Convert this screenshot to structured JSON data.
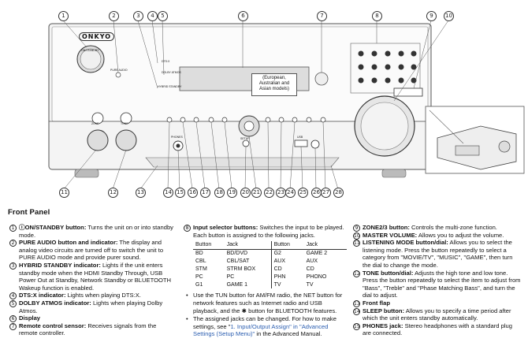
{
  "diagram": {
    "brand": "ONKYO",
    "small_labels": {
      "pure_audio": "PURE AUDIO",
      "hybrid_standby": "HYBRID STANDBY",
      "dtsx": "DTS:X",
      "dolby_atmos": "DOLBY ATMOS",
      "setup": "SETUP",
      "phones": "PHONES",
      "zone": "ZONE",
      "tone": "TONE",
      "usb": "USB",
      "on_standby": "ON/STANDBY"
    },
    "region_note": "(European, Australian and Asian models)",
    "callouts_top": [
      "1",
      "2",
      "3",
      "4",
      "5",
      "6",
      "7",
      "8",
      "9",
      "10"
    ],
    "callouts_bottom": [
      "11",
      "12",
      "13",
      "14",
      "15",
      "16",
      "17",
      "18",
      "19",
      "20",
      "21",
      "22",
      "23",
      "24",
      "25",
      "26",
      "27",
      "28"
    ]
  },
  "panel": {
    "title": "Front Panel",
    "col1": [
      {
        "num": "1",
        "title": "ⓘON/STANDBY button:",
        "text": " Turns the unit on or into standby mode."
      },
      {
        "num": "2",
        "title": "PURE AUDIO button and indicator:",
        "text": " The display and analog video circuits are turned off to switch the unit to PURE AUDIO mode and provide purer sound."
      },
      {
        "num": "3",
        "title": "HYBRID STANDBY indicator:",
        "text": " Lights if the unit enters standby mode when the HDMI Standby Through, USB Power Out at Standby, Network Standby or BLUETOOTH Wakeup function is enabled."
      },
      {
        "num": "4",
        "title": "DTS:X indicator:",
        "text": " Lights when playing DTS:X."
      },
      {
        "num": "5",
        "title": "DOLBY ATMOS indicator:",
        "text": " Lights when playing Dolby Atmos."
      },
      {
        "num": "6",
        "title": "Display",
        "text": ""
      },
      {
        "num": "7",
        "title": "Remote control sensor:",
        "text": " Receives signals from the remote controller."
      }
    ],
    "col2": {
      "num": "8",
      "title": "Input selector buttons:",
      "text": " Switches the input to be played. Each button is assigned to the following jacks.",
      "table_headers": [
        "Button",
        "Jack",
        "Button",
        "Jack"
      ],
      "table_rows": [
        [
          "BD",
          "BD/DVD",
          "G2",
          "GAME 2"
        ],
        [
          "CBL",
          "CBL/SAT",
          "AUX",
          "AUX"
        ],
        [
          "STM",
          "STRM BOX",
          "CD",
          "CD"
        ],
        [
          "PC",
          "PC",
          "PHN",
          "PHONO"
        ],
        [
          "G1",
          "GAME 1",
          "TV",
          "TV"
        ]
      ],
      "note1": "Use the TUN button for AM/FM radio, the NET button for network features such as Internet radio and USB playback, and the ✱ button for BLUETOOTH features.",
      "note2_a": "The assigned jacks can be changed. For how to make settings, see \"",
      "note2_link": "1. Input/Output Assign\" in \"Advanced Settings (Setup Menu)\"",
      "note2_b": " in the Advanced Manual."
    },
    "col3": [
      {
        "num": "9",
        "title": "ZONE2/3 button:",
        "text": " Controls the multi-zone function."
      },
      {
        "num": "10",
        "title": "MASTER VOLUME:",
        "text": " Allows you to adjust the volume."
      },
      {
        "num": "11",
        "title": "LISTENING MODE button/dial:",
        "text": " Allows you to select the listening mode. Press the button repeatedly to select a category from \"MOVIE/TV\", \"MUSIC\", \"GAME\", then turn the dial to change the mode."
      },
      {
        "num": "12",
        "title": "TONE button/dial:",
        "text": " Adjusts the high tone and low tone. Press the button repeatedly to select the item to adjust from \"Bass\", \"Treble\" and \"Phase Matching Bass\", and turn the dial to adjust."
      },
      {
        "num": "13",
        "title": "Front flap",
        "text": ""
      },
      {
        "num": "14",
        "title": "SLEEP button:",
        "text": " Allows you to specify a time period after which the unit enters standby automatically."
      },
      {
        "num": "15",
        "title": "PHONES jack:",
        "text": " Stereo headphones with a standard plug are connected."
      }
    ]
  }
}
